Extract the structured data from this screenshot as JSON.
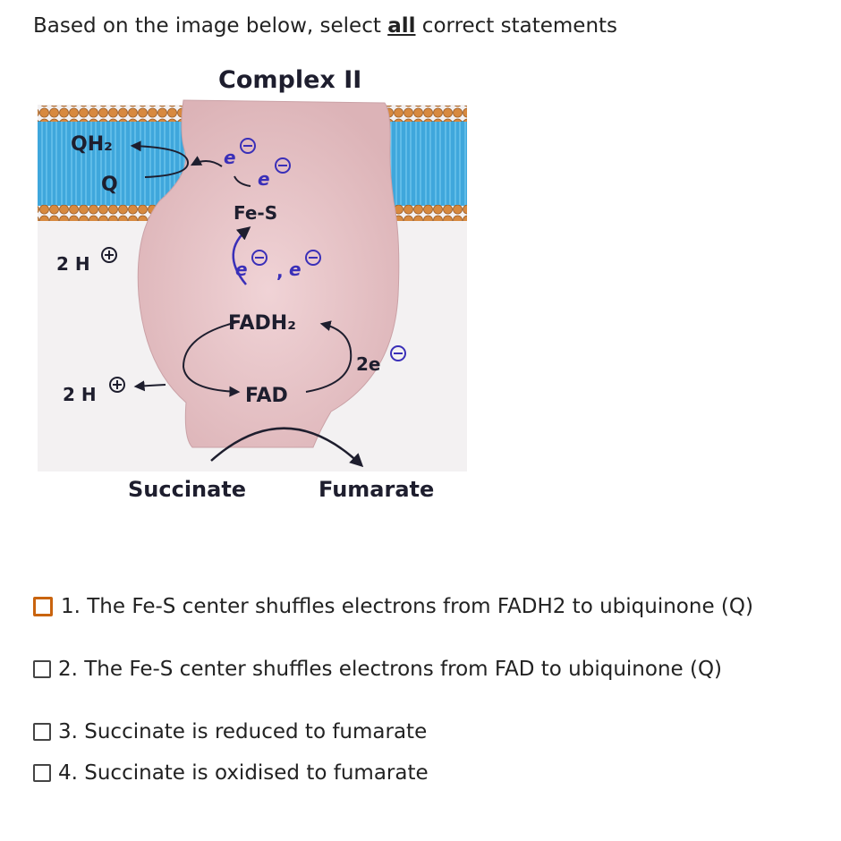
{
  "question": {
    "prefix": "Based on the image below, select ",
    "emphasis": "all",
    "suffix": " correct statements"
  },
  "figure": {
    "title": "Complex II",
    "qh2": "QH₂",
    "q": "Q",
    "e_minus_1": "e",
    "e_minus_2": "e",
    "fes": "Fe-S",
    "e_minus_3": "e",
    "e_minus_4": "e",
    "h_top": "2 H",
    "h_bottom": "2 H",
    "fadh2": "FADH₂",
    "two_e": "2e",
    "fad": "FAD",
    "succinate": "Succinate",
    "fumarate": "Fumarate",
    "colors": {
      "membrane": "#3fa7dc",
      "lipid_head": "#d7893f",
      "protein": "#e7c5c8",
      "electron": "#3a2fb8"
    }
  },
  "options": [
    {
      "label": "1. The Fe-S center shuffles electrons from FADH2 to ubiquinone (Q)",
      "checked": false
    },
    {
      "label": "2. The Fe-S center shuffles electrons from FAD to ubiquinone (Q)",
      "checked": false
    },
    {
      "label": "3. Succinate is reduced to fumarate",
      "checked": false
    },
    {
      "label": "4. Succinate is oxidised to fumarate",
      "checked": false
    }
  ]
}
